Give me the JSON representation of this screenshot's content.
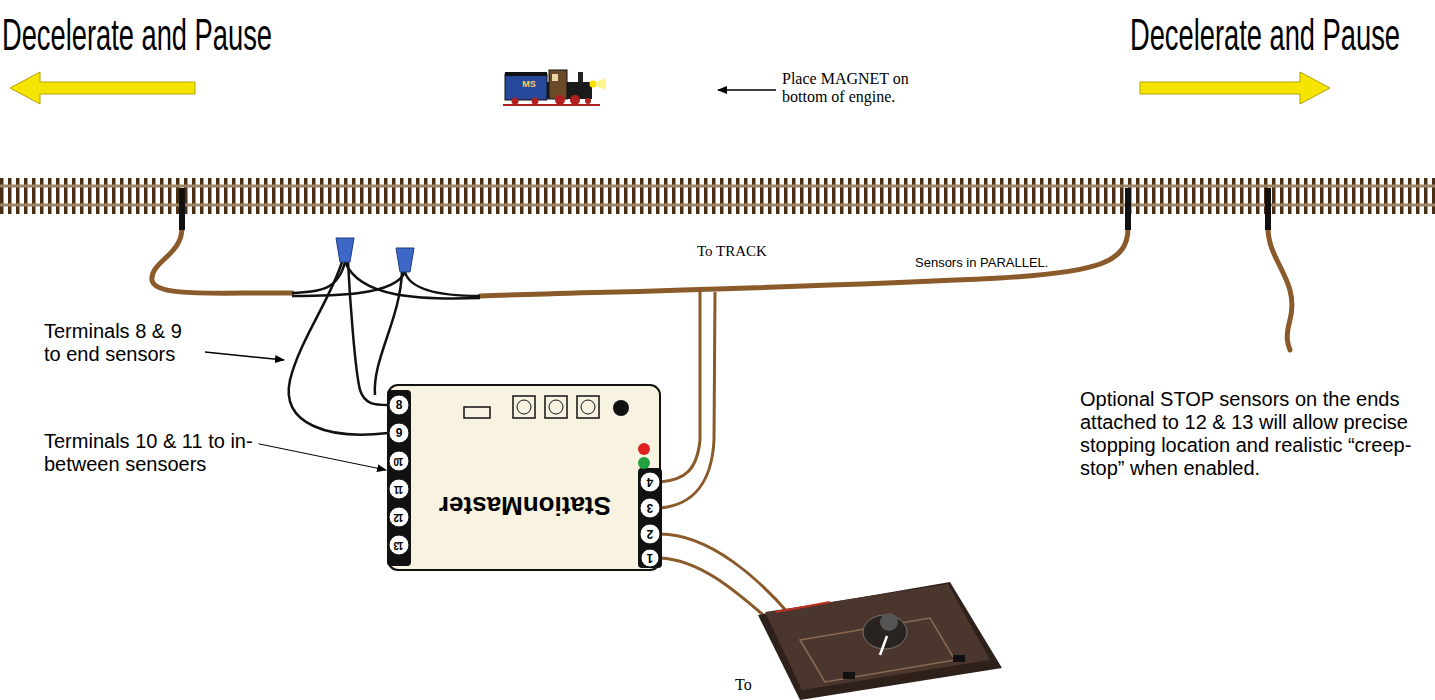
{
  "diagram": {
    "nodes": [
      {
        "text": [
          "StationMaster"
        ]
      }
    ],
    "labels": [
      "Decelerate and Pause",
      "Decelerate and Pause",
      "MS",
      "Place MAGNET on bottom of engine.",
      "Sensors in PARALLEL.",
      "To TRACK",
      "Terminals 8 & 9 to end sensors",
      "Terminals 10 & 11 to in-between sensoers",
      "Optional STOP sensors on the ends attached to 12 & 13 will allow precise stopping location and realistic “creep-stop” when enabled.",
      "8",
      "9",
      "10",
      "11",
      "12",
      "13",
      "4",
      "3",
      "2",
      "1",
      "To"
    ]
  }
}
